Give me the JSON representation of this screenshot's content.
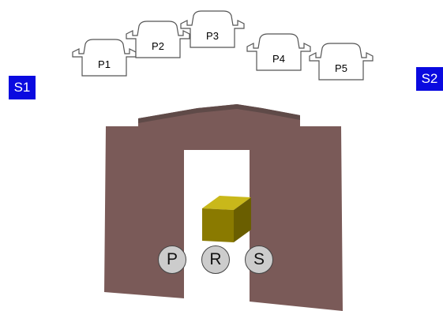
{
  "side_buttons": {
    "s1": "S1",
    "s2": "S2"
  },
  "pods": [
    {
      "label": "P1"
    },
    {
      "label": "P2"
    },
    {
      "label": "P3"
    },
    {
      "label": "P4"
    },
    {
      "label": "P5"
    }
  ],
  "controls": {
    "p": "P",
    "r": "R",
    "s": "S"
  },
  "colors": {
    "wall": "#7a5a58",
    "roof": "#5f4a48",
    "box_front": "#8a7a00",
    "box_top": "#c9b81a",
    "side_button": "#0a0ae0",
    "control_button": "#cccccc"
  }
}
